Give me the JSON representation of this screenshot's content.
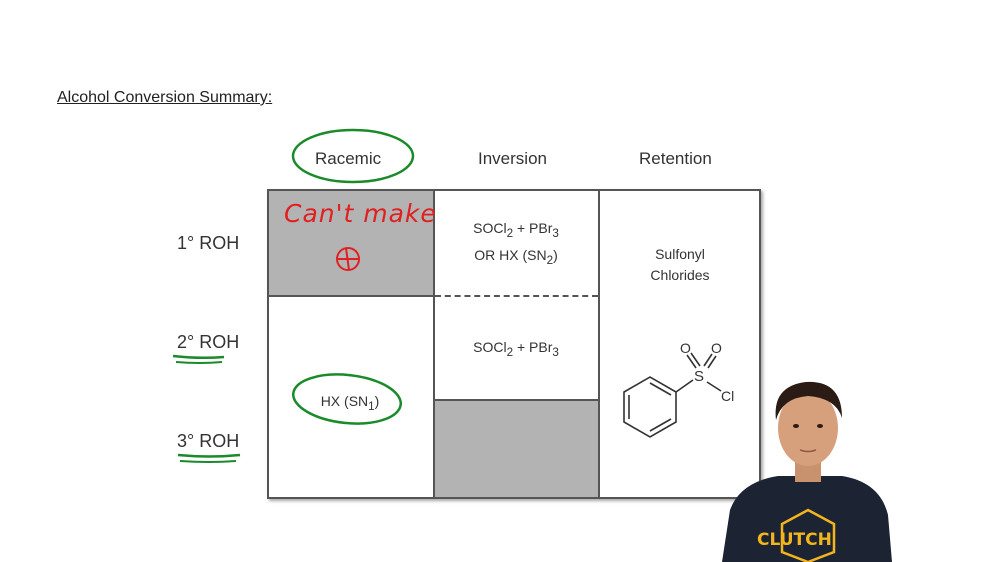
{
  "title": "Alcohol Conversion Summary:",
  "columns": {
    "racemic": "Racemic",
    "inversion": "Inversion",
    "retention": "Retention"
  },
  "rows": {
    "primary": "1° ROH",
    "secondary": "2° ROH",
    "tertiary": "3° ROH"
  },
  "cells": {
    "primary_racemic_note": "Can't make",
    "primary_inversion_line1": "SOCl2 + PBr3",
    "primary_inversion_line2": "OR HX (SN2)",
    "secondary_inversion": "SOCl2 + PBr3",
    "racemic_reagent": "HX (SN1)",
    "retention_line1": "Sulfonyl",
    "retention_line2": "Chlorides"
  },
  "structure_atoms": {
    "oxygen": "O",
    "sulfur": "S",
    "chlorine": "Cl"
  },
  "presenter_shirt_text": "CLUTCH",
  "colors": {
    "grey_cell": "#b3b3b3",
    "annotation_green": "#1a8a2a",
    "annotation_red": "#e02020",
    "shirt": "#1c2433",
    "shirt_logo": "#f2b51d"
  }
}
